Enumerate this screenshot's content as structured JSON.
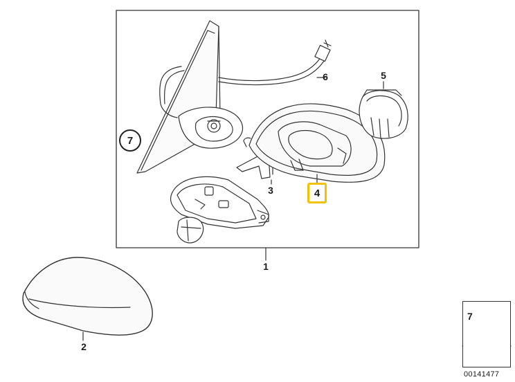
{
  "callouts": {
    "part_1": "1",
    "part_2": "2",
    "part_3": "3",
    "part_4": "4",
    "part_5": "5",
    "part_6": "6",
    "part_7": "7"
  },
  "legend": {
    "part_number": "7",
    "diagram_id": "00141477"
  },
  "colors": {
    "highlight": "#f2c200",
    "line": "#333333"
  }
}
